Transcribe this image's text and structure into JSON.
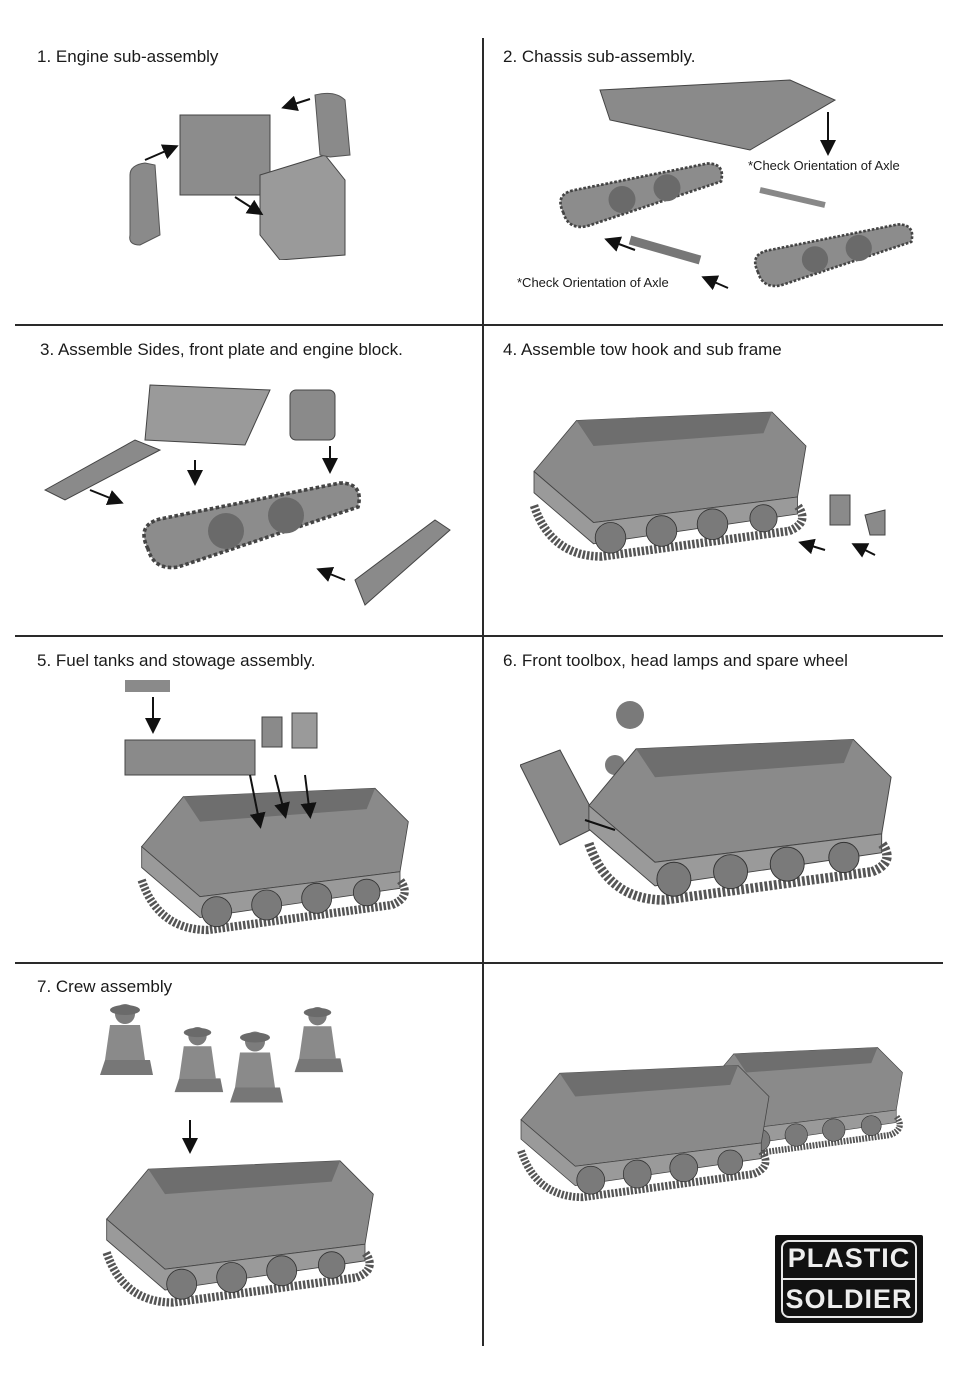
{
  "steps": [
    {
      "title": "1. Engine sub-assembly"
    },
    {
      "title": "2. Chassis sub-assembly.",
      "notes": [
        "*Check Orientation of Axle",
        "*Check Orientation of Axle"
      ]
    },
    {
      "title": "3. Assemble Sides, front plate and engine block."
    },
    {
      "title": "4. Assemble tow hook and sub frame"
    },
    {
      "title": "5. Fuel tanks and stowage assembly."
    },
    {
      "title": "6. Front toolbox, head lamps and spare wheel"
    },
    {
      "title": "7. Crew assembly"
    }
  ],
  "logo": {
    "line1": "PLASTIC",
    "line2": "SOLDIER"
  }
}
